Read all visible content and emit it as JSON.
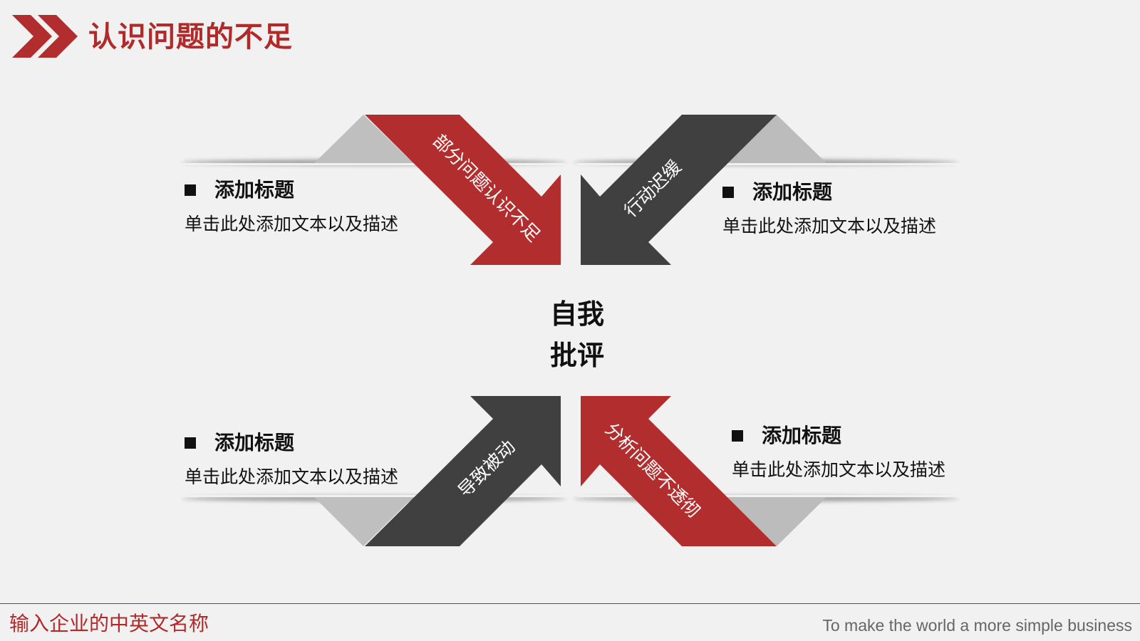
{
  "header": {
    "title": "认识问题的不足"
  },
  "diagram": {
    "center": {
      "line1": "自我",
      "line2": "批评"
    },
    "arrows": [
      {
        "label": "部分问题认识不足",
        "color": "#b22d2d"
      },
      {
        "label": "行动迟缓",
        "color": "#404040"
      },
      {
        "label": "导致被动",
        "color": "#404040"
      },
      {
        "label": "分析问题不透彻",
        "color": "#b22d2d"
      }
    ],
    "items": [
      {
        "title": "添加标题",
        "desc": "单击此处添加文本以及描述"
      },
      {
        "title": "添加标题",
        "desc": "单击此处添加文本以及描述"
      },
      {
        "title": "添加标题",
        "desc": "单击此处添加文本以及描述"
      },
      {
        "title": "添加标题",
        "desc": "单击此处添加文本以及描述"
      }
    ]
  },
  "footer": {
    "company": "输入企业的中英文名称",
    "slogan": "To make the world a more simple business"
  },
  "colors": {
    "accent_red": "#b22d2d",
    "dark_gray": "#404040",
    "light_gray": "#c0bfbf",
    "background": "#f2f1f1"
  }
}
